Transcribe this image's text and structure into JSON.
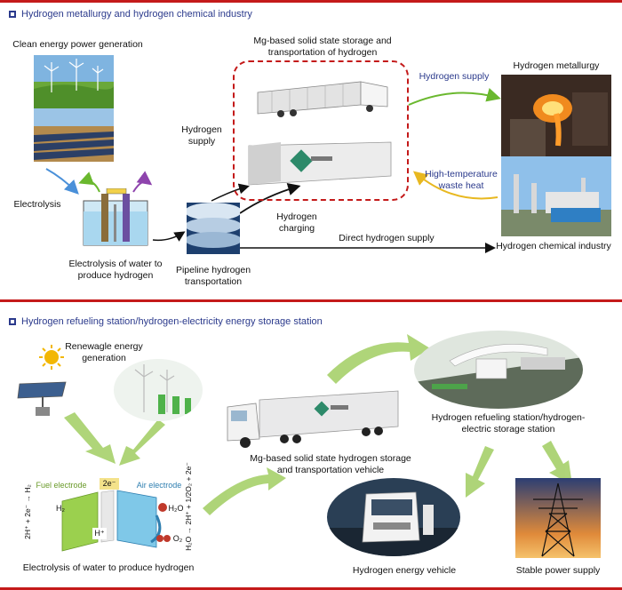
{
  "section1": {
    "header": "Hydrogen metallurgy and hydrogen chemical industry",
    "clean_energy": "Clean energy power generation",
    "electrolysis": "Electrolysis",
    "electrolysis_produce": "Electrolysis of water to produce hydrogen",
    "pipeline": "Pipeline hydrogen transportation",
    "hydrogen_supply_left": "Hydrogen supply",
    "mg_storage": "Mg-based solid state storage and transportation of hydrogen",
    "hydrogen_charging": "Hydrogen charging",
    "hydrogen_supply_right": "Hydrogen supply",
    "high_temp": "High-temperature waste heat",
    "direct_supply": "Direct hydrogen supply",
    "metallurgy": "Hydrogen metallurgy",
    "chemical": "Hydrogen chemical industry"
  },
  "section2": {
    "header": "Hydrogen refueling station/hydrogen-electricity energy storage station",
    "renewable": "Renewagle energy generation",
    "fuel_electrode": "Fuel electrode",
    "air_electrode": "Air electrode",
    "two_e": "2e⁻",
    "h2": "H₂",
    "h_plus": "H⁺",
    "h2o": "H₂O",
    "o2": "O₂",
    "left_eq": "2H⁺ + 2e⁻ → H₂",
    "right_eq": "H₂O → 2H⁺ + 1/2O₂ + 2e⁻",
    "electrolysis_label": "Electrolysis of water to produce hydrogen",
    "vehicle": "Mg-based solid state hydrogen storage and transportation vehicle",
    "station": "Hydrogen refueling station/hydrogen-electric storage station",
    "energy_vehicle": "Hydrogen energy vehicle",
    "power_supply": "Stable power supply"
  },
  "colors": {
    "header_blue": "#2b3a8c",
    "red_border": "#c41a1a",
    "arrow_green": "#8dc63f",
    "arrow_blue": "#4a90d9",
    "arrow_purple": "#8e44ad",
    "arrow_yellow": "#e8b820"
  }
}
